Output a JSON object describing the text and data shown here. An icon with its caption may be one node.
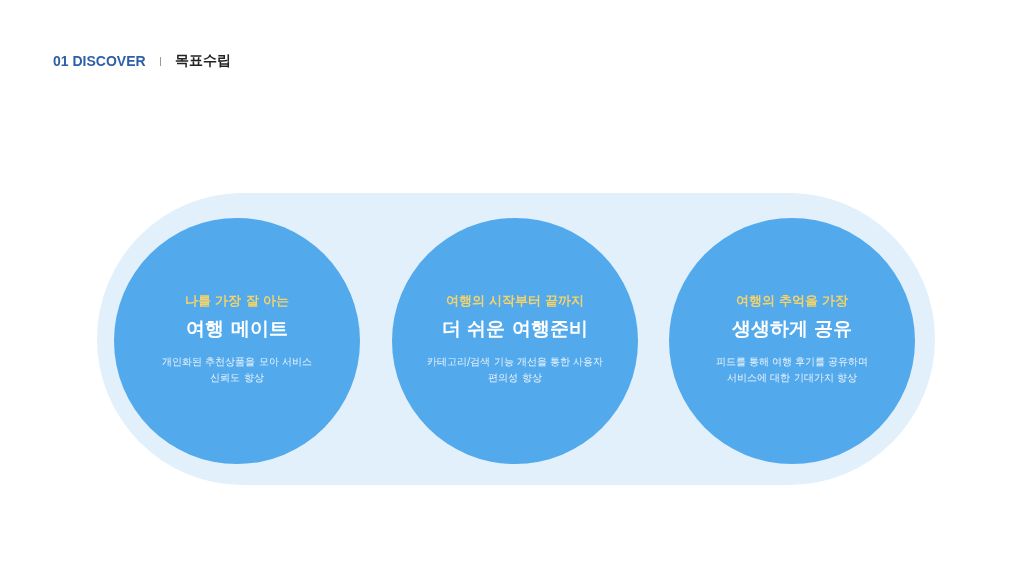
{
  "diagram": {
    "nodes": [
      {
        "text": [],
        "shape": "band"
      },
      {
        "text": [
          "나를 가장 잘 아는",
          "여행 메이트",
          "개인화된 추천상품을 모아 서비스 신뢰도 향상"
        ],
        "in": 0
      },
      {
        "text": [
          "여행의 시작부터 끝까지",
          "더 쉬운 여행준비",
          "카테고리/검색 기능 개선을 통한 사용자 편의성 향상"
        ],
        "in": 0
      },
      {
        "text": [
          "여행의 추억을 가장",
          "생생하게 공유",
          "피드를 통해 여행 후기를 공유하며 서비스에 대한 기대가치 향상"
        ],
        "in": 0
      }
    ],
    "labels": [
      "01 DISCOVER",
      "목표수립"
    ]
  }
}
